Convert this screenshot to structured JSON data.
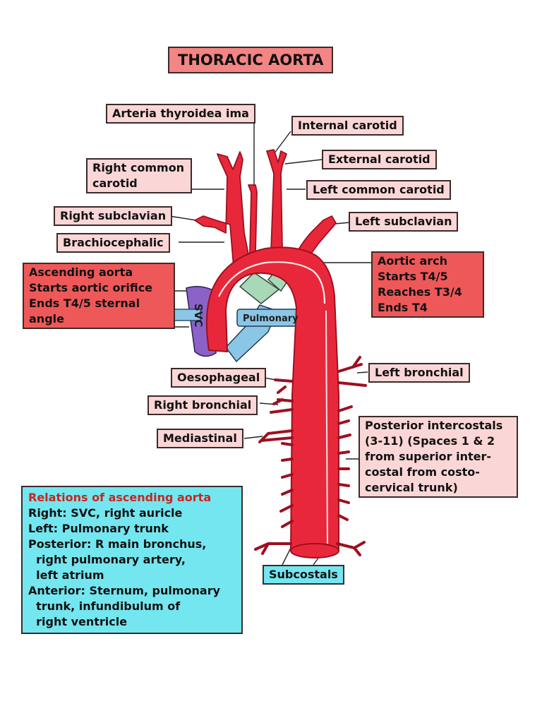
{
  "title": "THORACIC AORTA",
  "labels": {
    "thyroidea_ima": "Arteria thyroidea ima",
    "internal_carotid": "Internal carotid",
    "external_carotid": "External carotid",
    "right_common_carotid": [
      "Right common",
      "carotid"
    ],
    "left_common_carotid": "Left common carotid",
    "right_subclavian": "Right subclavian",
    "left_subclavian": "Left subclavian",
    "brachiocephalic": "Brachiocephalic",
    "ascending_aorta": [
      "Ascending aorta",
      "Starts aortic orifice",
      "Ends T4/5 sternal",
      "angle"
    ],
    "aortic_arch": [
      "Aortic arch",
      "Starts T4/5",
      "Reaches T3/4",
      "Ends T4"
    ],
    "svc": "SVC",
    "pulmonary": "Pulmonary",
    "oesophageal": "Oesophageal",
    "left_bronchial": "Left bronchial",
    "right_bronchial": "Right bronchial",
    "mediastinal": "Mediastinal",
    "posterior_intercostals": [
      "Posterior intercostals",
      "(3-11) (Spaces 1 & 2",
      "from superior inter-",
      "costal from costo-",
      "cervical trunk)"
    ],
    "subcostals": "Subcostals"
  },
  "relations": {
    "heading": "Relations of ascending aorta",
    "lines": [
      "Right: SVC, right auricle",
      "Left: Pulmonary trunk",
      "Posterior: R main bronchus,",
      "  right pulmonary artery,",
      "  left atrium",
      "Anterior: Sternum, pulmonary",
      "  trunk, infundibulum of",
      "  right ventricle"
    ]
  },
  "colors": {
    "artery": "#e8283a",
    "artery_dark": "#9c1020",
    "svc": "#8a62c8",
    "pulmonary_trunk": "#8cc6e6",
    "pulmonary_branch": "#a9d8b8",
    "label_fill": "#fbd6d6",
    "label_red": "#ef5858",
    "label_cyan": "#74e6ef"
  }
}
